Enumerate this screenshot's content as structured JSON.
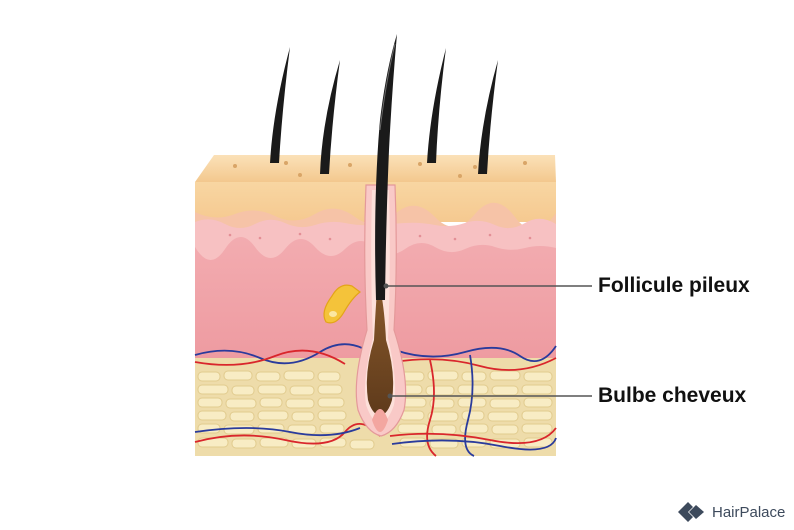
{
  "labels": {
    "follicle": "Follicule pileux",
    "bulb": "Bulbe cheveux"
  },
  "brand": {
    "name": "HairPalace",
    "logo_icon": "hairpalace-logo-icon"
  },
  "colors": {
    "epidermis": "#f6cf98",
    "dermis": "#f2a3a8",
    "fat": "#f3e3b5",
    "hair": "#1a1a1a",
    "vein": "#2a3b9c",
    "artery": "#d9262c"
  }
}
